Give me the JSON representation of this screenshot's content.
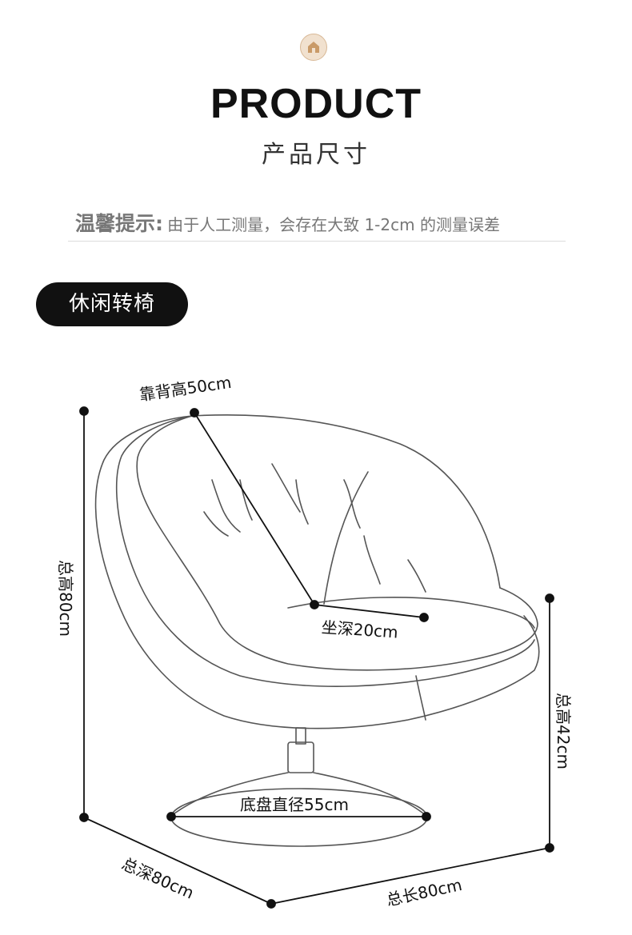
{
  "header": {
    "logo_icon": "house-icon",
    "title": "PRODUCT",
    "subtitle": "产品尺寸"
  },
  "notice": {
    "label": "温馨提示:",
    "text": "由于人工测量，会存在大致 1-2cm 的测量误差"
  },
  "product": {
    "name": "休闲转椅"
  },
  "dimensions": {
    "backrest_height": "靠背高50cm",
    "seat_depth": "坐深20cm",
    "total_height": "总高80cm",
    "seat_height": "总高42cm",
    "base_diameter": "底盘直径55cm",
    "total_depth": "总深80cm",
    "total_length": "总长80cm"
  },
  "colors": {
    "accent": "#f1e1cf",
    "pill_bg": "#111111",
    "line": "#111111"
  }
}
